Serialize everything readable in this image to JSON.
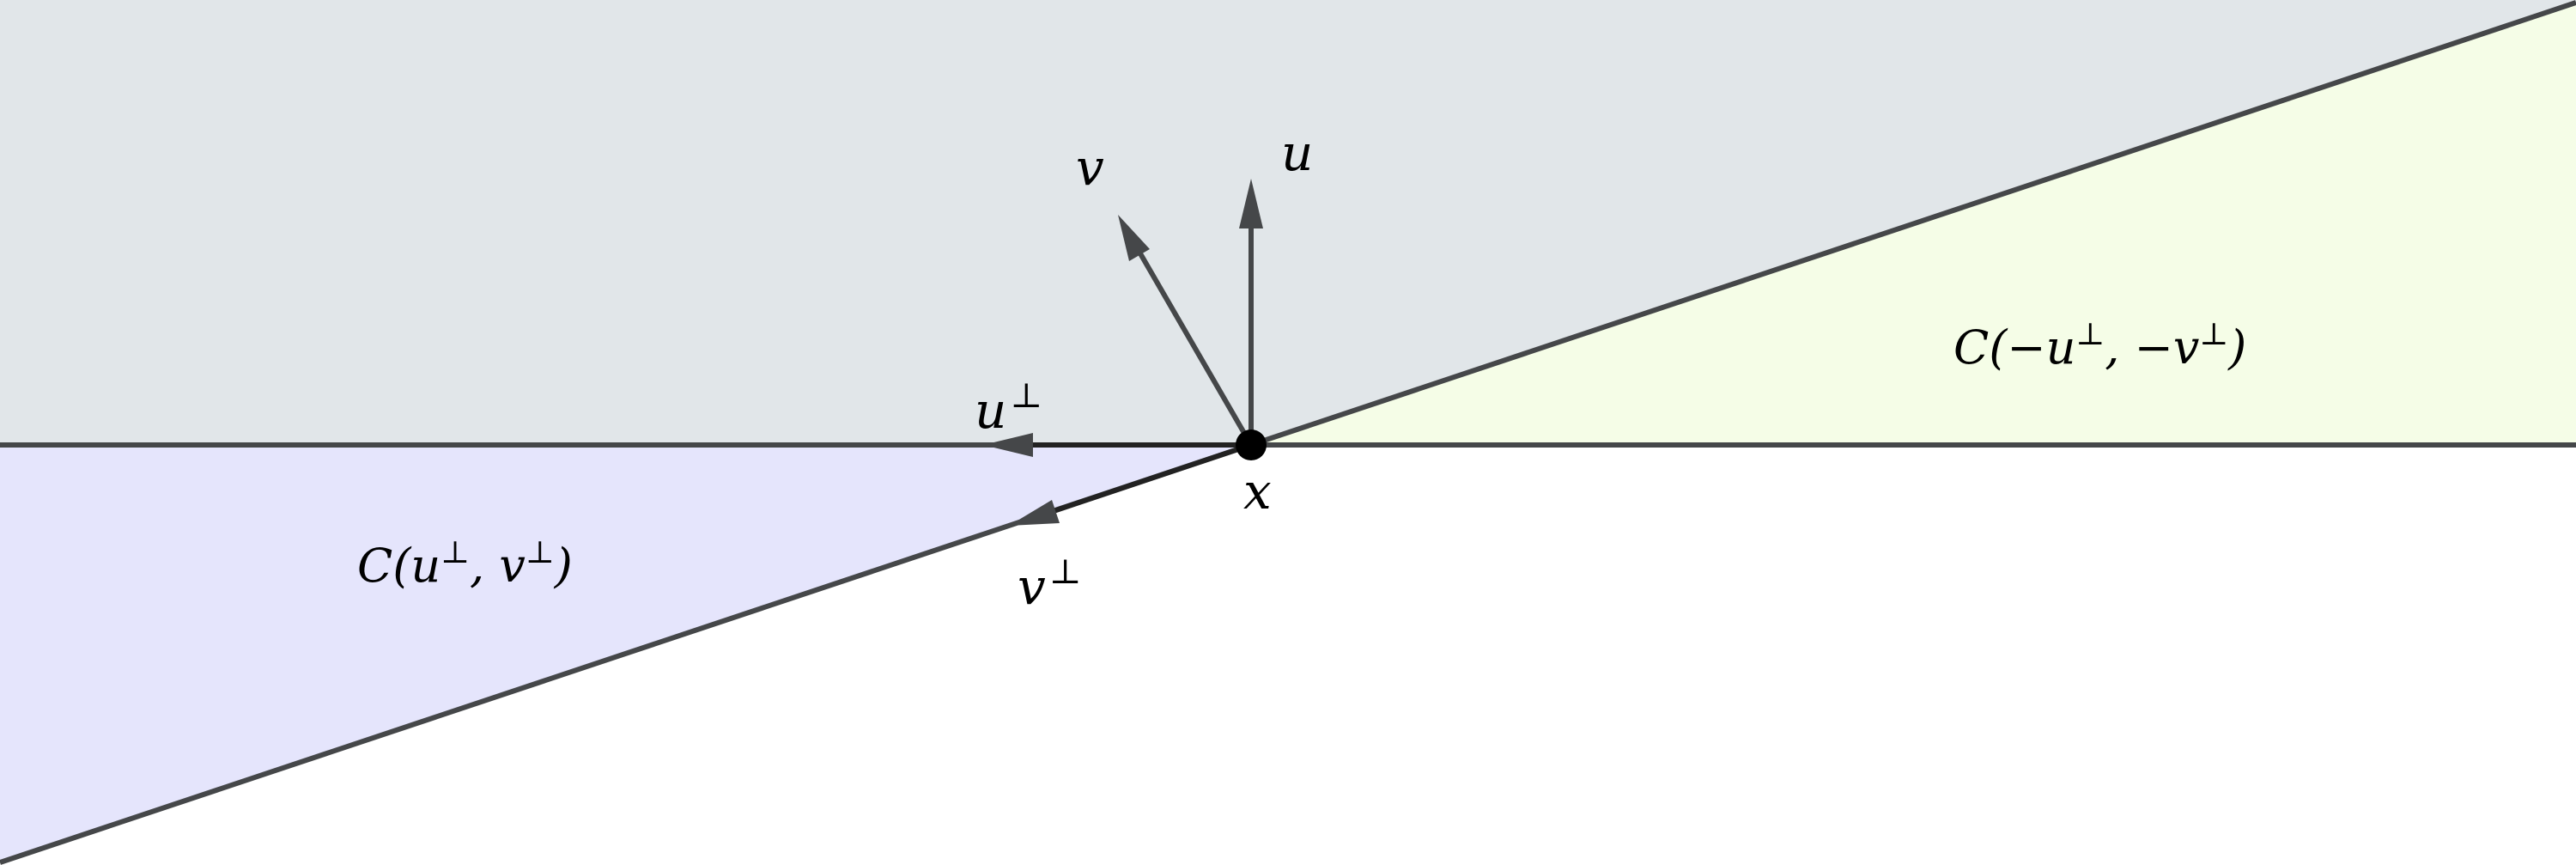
{
  "colors": {
    "upper_half_plane": "#e1e6e9",
    "cone_u_v": "#e5e5fc",
    "cone_neg_u_v": "#f5fde7",
    "line": "#454749",
    "vector": "#454749",
    "point": "#000000",
    "label": "#000000"
  },
  "labels": {
    "u": "u",
    "v": "v",
    "u_perp_base": "u",
    "v_perp_base": "v",
    "perp_mark": "⊥",
    "x": "x",
    "cone_left": {
      "prefix": "C(",
      "first": "u",
      "sep": ", ",
      "second": "v",
      "suffix": ")"
    },
    "cone_right": {
      "prefix": "C(",
      "first": "−u",
      "sep": ", ",
      "second": "−v",
      "suffix": ")"
    }
  }
}
